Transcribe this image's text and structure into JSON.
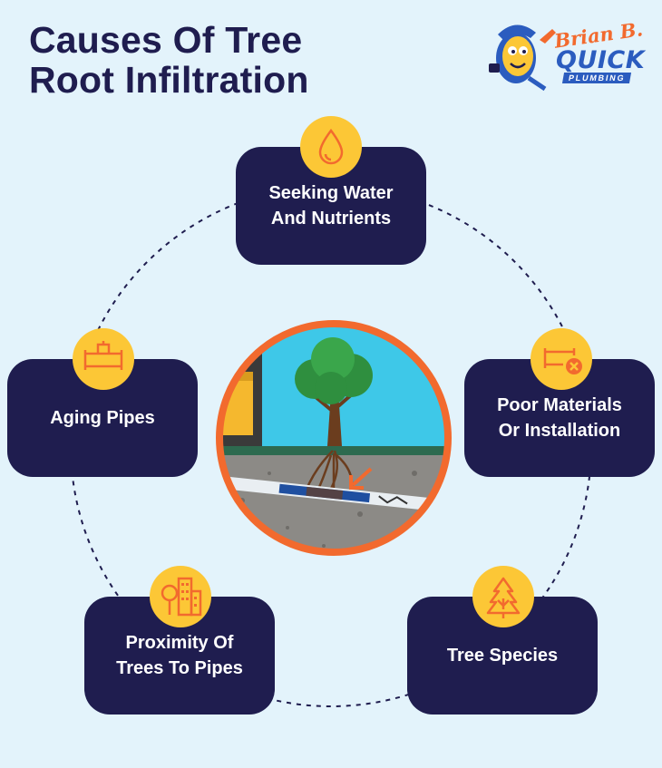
{
  "title": {
    "line1": "Causes Of Tree",
    "line2": "Root Infiltration"
  },
  "logo": {
    "name_script": "Brian B.",
    "name_bold": "QUICK",
    "tagline": "PLUMBING"
  },
  "causes": [
    {
      "line1": "Seeking Water",
      "line2": "And Nutrients",
      "icon": "water-drop-icon"
    },
    {
      "line1": "Poor Materials",
      "line2": "Or Installation",
      "icon": "broken-pipe-icon"
    },
    {
      "line1": "Tree Species",
      "line2": "",
      "icon": "pine-tree-icon"
    },
    {
      "line1": "Proximity Of",
      "line2": "Trees To Pipes",
      "icon": "tree-buildings-icon"
    },
    {
      "line1": "Aging Pipes",
      "line2": "",
      "icon": "pipe-icon"
    }
  ],
  "colors": {
    "background": "#e3f3fb",
    "card": "#1f1d4f",
    "badge": "#fcc736",
    "icon_stroke": "#f26a2e",
    "hero_border": "#f26a2e"
  }
}
